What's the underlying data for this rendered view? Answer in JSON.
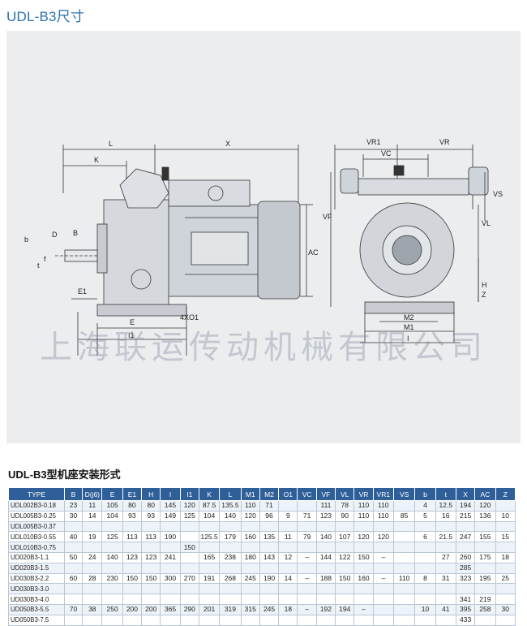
{
  "page_title": "UDL-B3尺寸",
  "watermark": "上海联运传动机械有限公司",
  "table_title": "UDL-B3型机座安装形式",
  "drawing_labels": {
    "L": "L",
    "X": "X",
    "K": "K",
    "B": "B",
    "b": "b",
    "f": "f",
    "D": "D",
    "t": "t",
    "E1": "E1",
    "E": "E",
    "I1": "I1",
    "four_x_o1": "4XO1",
    "AC": "AC",
    "VR1": "VR1",
    "VR": "VR",
    "VC": "VC",
    "VS": "VS",
    "VF": "VF",
    "VL": "VL",
    "Z": "Z",
    "H": "H",
    "M2": "M2",
    "M1": "M1",
    "I": "I"
  },
  "table": {
    "headers": [
      "TYPE",
      "B",
      "D(j6)",
      "E",
      "E1",
      "H",
      "I",
      "I1",
      "K",
      "L",
      "M1",
      "M2",
      "O1",
      "VC",
      "VF",
      "VL",
      "VR",
      "VR1",
      "VS",
      "b",
      "t",
      "X",
      "AC",
      "Z"
    ],
    "rows": [
      [
        "UDL002B3-0.18",
        "23",
        "11",
        "105",
        "80",
        "80",
        "145",
        "120",
        "87.5",
        "135.5",
        "110",
        "71",
        "",
        "",
        "111",
        "78",
        "110",
        "110",
        "",
        "4",
        "12.5",
        "194",
        "120",
        ""
      ],
      [
        "UDL005B3-0.25",
        "30",
        "14",
        "104",
        "93",
        "93",
        "149",
        "125",
        "104",
        "140",
        "120",
        "96",
        "9",
        "71",
        "123",
        "90",
        "110",
        "110",
        "85",
        "5",
        "16",
        "215",
        "136",
        "10"
      ],
      [
        "UDL005B3-0.37",
        "",
        "",
        "",
        "",
        "",
        "",
        "",
        "",
        "",
        "",
        "",
        "",
        "",
        "",
        "",
        "",
        "",
        "",
        "",
        "",
        "",
        "",
        ""
      ],
      [
        "UDL010B3-0.55",
        "40",
        "19",
        "125",
        "113",
        "113",
        "190",
        "",
        "125.5",
        "179",
        "160",
        "135",
        "11",
        "79",
        "140",
        "107",
        "120",
        "120",
        "",
        "6",
        "21.5",
        "247",
        "155",
        "15"
      ],
      [
        "UDL010B3-0.75",
        "",
        "",
        "",
        "",
        "",
        "",
        "150",
        "",
        "",
        "",
        "",
        "",
        "",
        "",
        "",
        "",
        "",
        "",
        "",
        "",
        "",
        "",
        ""
      ],
      [
        "UD020B3-1.1",
        "50",
        "24",
        "140",
        "123",
        "123",
        "241",
        "",
        "165",
        "238",
        "180",
        "143",
        "12",
        "–",
        "144",
        "122",
        "150",
        "–",
        "",
        "",
        "27",
        "260",
        "175",
        "18"
      ],
      [
        "UD020B3-1.5",
        "",
        "",
        "",
        "",
        "",
        "",
        "",
        "",
        "",
        "",
        "",
        "",
        "",
        "",
        "",
        "",
        "",
        "",
        "",
        "",
        "285",
        "",
        ""
      ],
      [
        "UD030B3-2.2",
        "60",
        "28",
        "230",
        "150",
        "150",
        "300",
        "270",
        "191",
        "268",
        "245",
        "190",
        "14",
        "–",
        "188",
        "150",
        "160",
        "–",
        "110",
        "8",
        "31",
        "323",
        "195",
        "25"
      ],
      [
        "UD030B3-3.0",
        "",
        "",
        "",
        "",
        "",
        "",
        "",
        "",
        "",
        "",
        "",
        "",
        "",
        "",
        "",
        "",
        "",
        "",
        "",
        "",
        "",
        "",
        ""
      ],
      [
        "UD030B3-4.0",
        "",
        "",
        "",
        "",
        "",
        "",
        "",
        "",
        "",
        "",
        "",
        "",
        "",
        "",
        "",
        "",
        "",
        "",
        "",
        "",
        "341",
        "219",
        ""
      ],
      [
        "UD050B3-5.5",
        "70",
        "38",
        "250",
        "200",
        "200",
        "365",
        "290",
        "201",
        "319",
        "315",
        "245",
        "18",
        "–",
        "192",
        "194",
        "–",
        "",
        "",
        "10",
        "41",
        "395",
        "258",
        "30"
      ],
      [
        "UD050B3-7.5",
        "",
        "",
        "",
        "",
        "",
        "",
        "",
        "",
        "",
        "",
        "",
        "",
        "",
        "",
        "",
        "",
        "",
        "",
        "",
        "",
        "433",
        "",
        ""
      ]
    ]
  }
}
